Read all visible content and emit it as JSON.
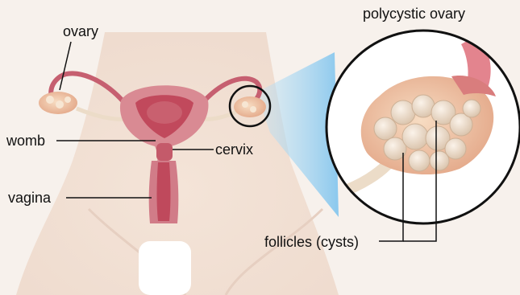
{
  "labels": {
    "ovary": "ovary",
    "womb": "womb",
    "cervix": "cervix",
    "vagina": "vagina",
    "polycystic_ovary": "polycystic ovary",
    "follicles": "follicles (cysts)"
  },
  "colors": {
    "background": "#f7f1ec",
    "skin": "#f1dfd3",
    "uterus_outer": "#d98a93",
    "uterus_inner": "#b8334a",
    "ovary": "#f2c9a6",
    "cyst": "#ecdcc8",
    "zoom_beam": "#bfe3f7",
    "line": "#111111"
  }
}
